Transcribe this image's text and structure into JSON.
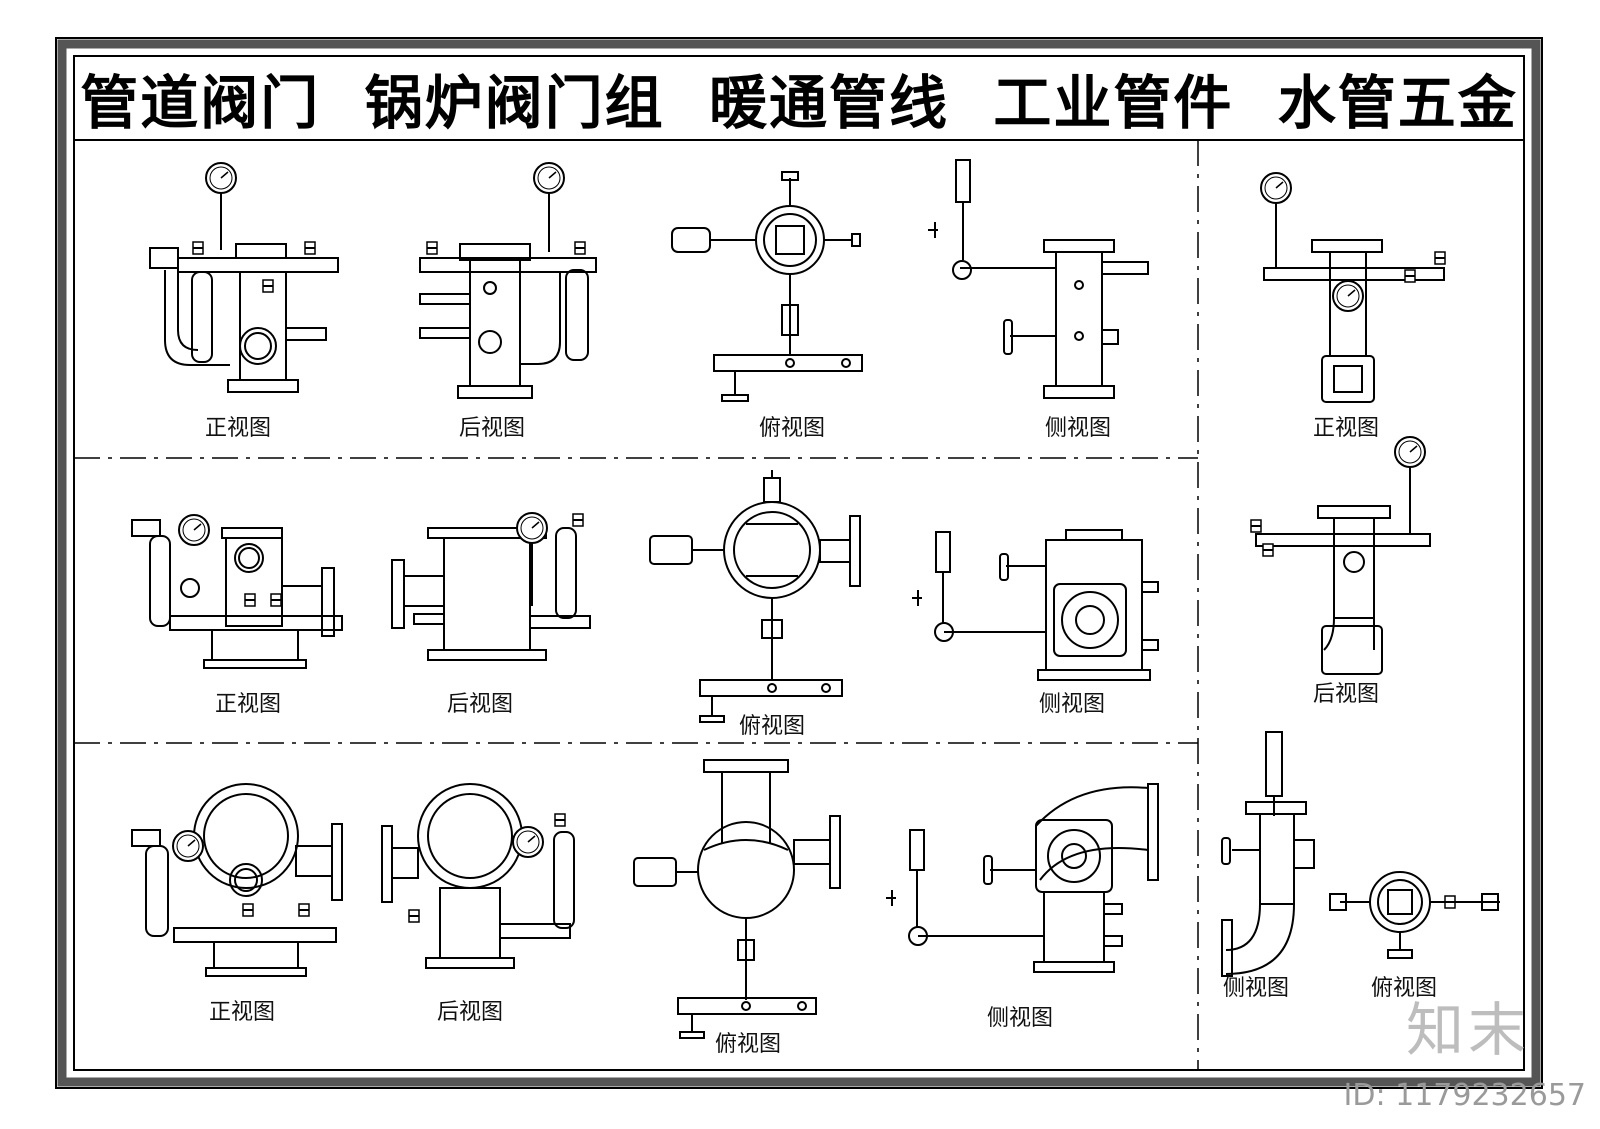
{
  "title": "管道阀门  锅炉阀门组  暖通管线  工业管件  水管五金",
  "captions": {
    "r1_front": "正视图",
    "r1_back": "后视图",
    "r1_top": "俯视图",
    "r1_side": "侧视图",
    "r2_front": "正视图",
    "r2_back": "后视图",
    "r2_top": "俯视图",
    "r2_side": "侧视图",
    "r3_front": "正视图",
    "r3_back": "后视图",
    "r3_top": "俯视图",
    "r3_side": "侧视图",
    "rc_front": "正视图",
    "rc_back": "后视图",
    "rc_side": "侧视图",
    "rc_top": "俯视图"
  },
  "watermark": {
    "id": "ID: 1179232657",
    "brand": "知末"
  }
}
